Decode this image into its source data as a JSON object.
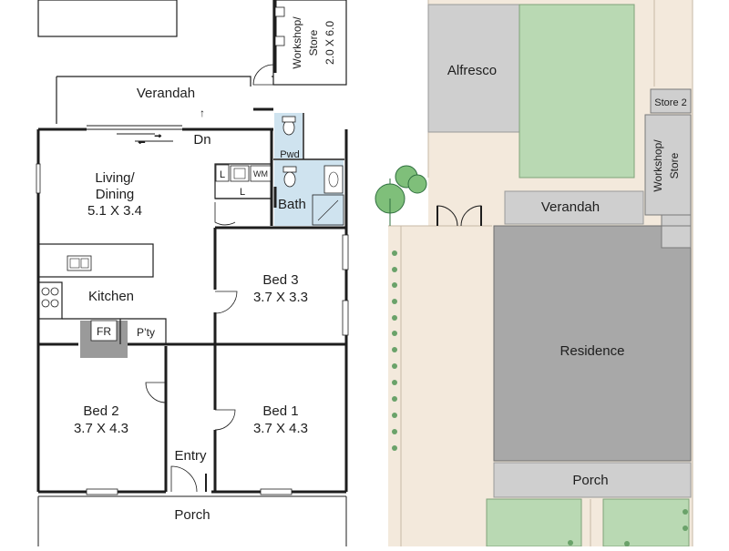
{
  "floor_plan": {
    "rooms": {
      "workshop_store": {
        "name": "Workshop/ Store",
        "line1": "Workshop/",
        "line2": "Store",
        "size": "2.0 X 6.0"
      },
      "verandah": {
        "name": "Verandah"
      },
      "stairs_down": {
        "label": "Dn"
      },
      "powder_room": {
        "name": "Pwd"
      },
      "laundry": {
        "name": "L",
        "washing_machine": "WM"
      },
      "living_dining": {
        "line1": "Living/",
        "line2": "Dining",
        "size": "5.1 X 3.4"
      },
      "bath": {
        "name": "Bath"
      },
      "bed3": {
        "name": "Bed 3",
        "size": "3.7 X 3.3"
      },
      "kitchen": {
        "name": "Kitchen",
        "fridge": "FR",
        "pantry": "P’ty"
      },
      "bed2": {
        "name": "Bed 2",
        "size": "3.7 X 4.3"
      },
      "bed1": {
        "name": "Bed 1",
        "size": "3.7 X 4.3"
      },
      "entry": {
        "name": "Entry"
      },
      "porch": {
        "name": "Porch"
      }
    }
  },
  "site_plan": {
    "areas": {
      "alfresco": {
        "name": "Alfresco"
      },
      "store2": {
        "name": "Store 2"
      },
      "workshop_store": {
        "line1": "Workshop/",
        "line2": "Store"
      },
      "verandah": {
        "name": "Verandah"
      },
      "residence": {
        "name": "Residence"
      },
      "porch": {
        "name": "Porch"
      }
    }
  },
  "colors": {
    "wall": "#1e1e1e",
    "tile": "#cfe3ef",
    "fixture_gray": "#9a9a9a",
    "paving": "#f3e9dc",
    "lawn": "#b9d9b3",
    "lawn_edge": "#7fa27a",
    "roof_light": "#cfcfcf",
    "roof_dark": "#a8a8a8",
    "shrub": "#6aa26a",
    "tree": "#3f8f4f"
  }
}
